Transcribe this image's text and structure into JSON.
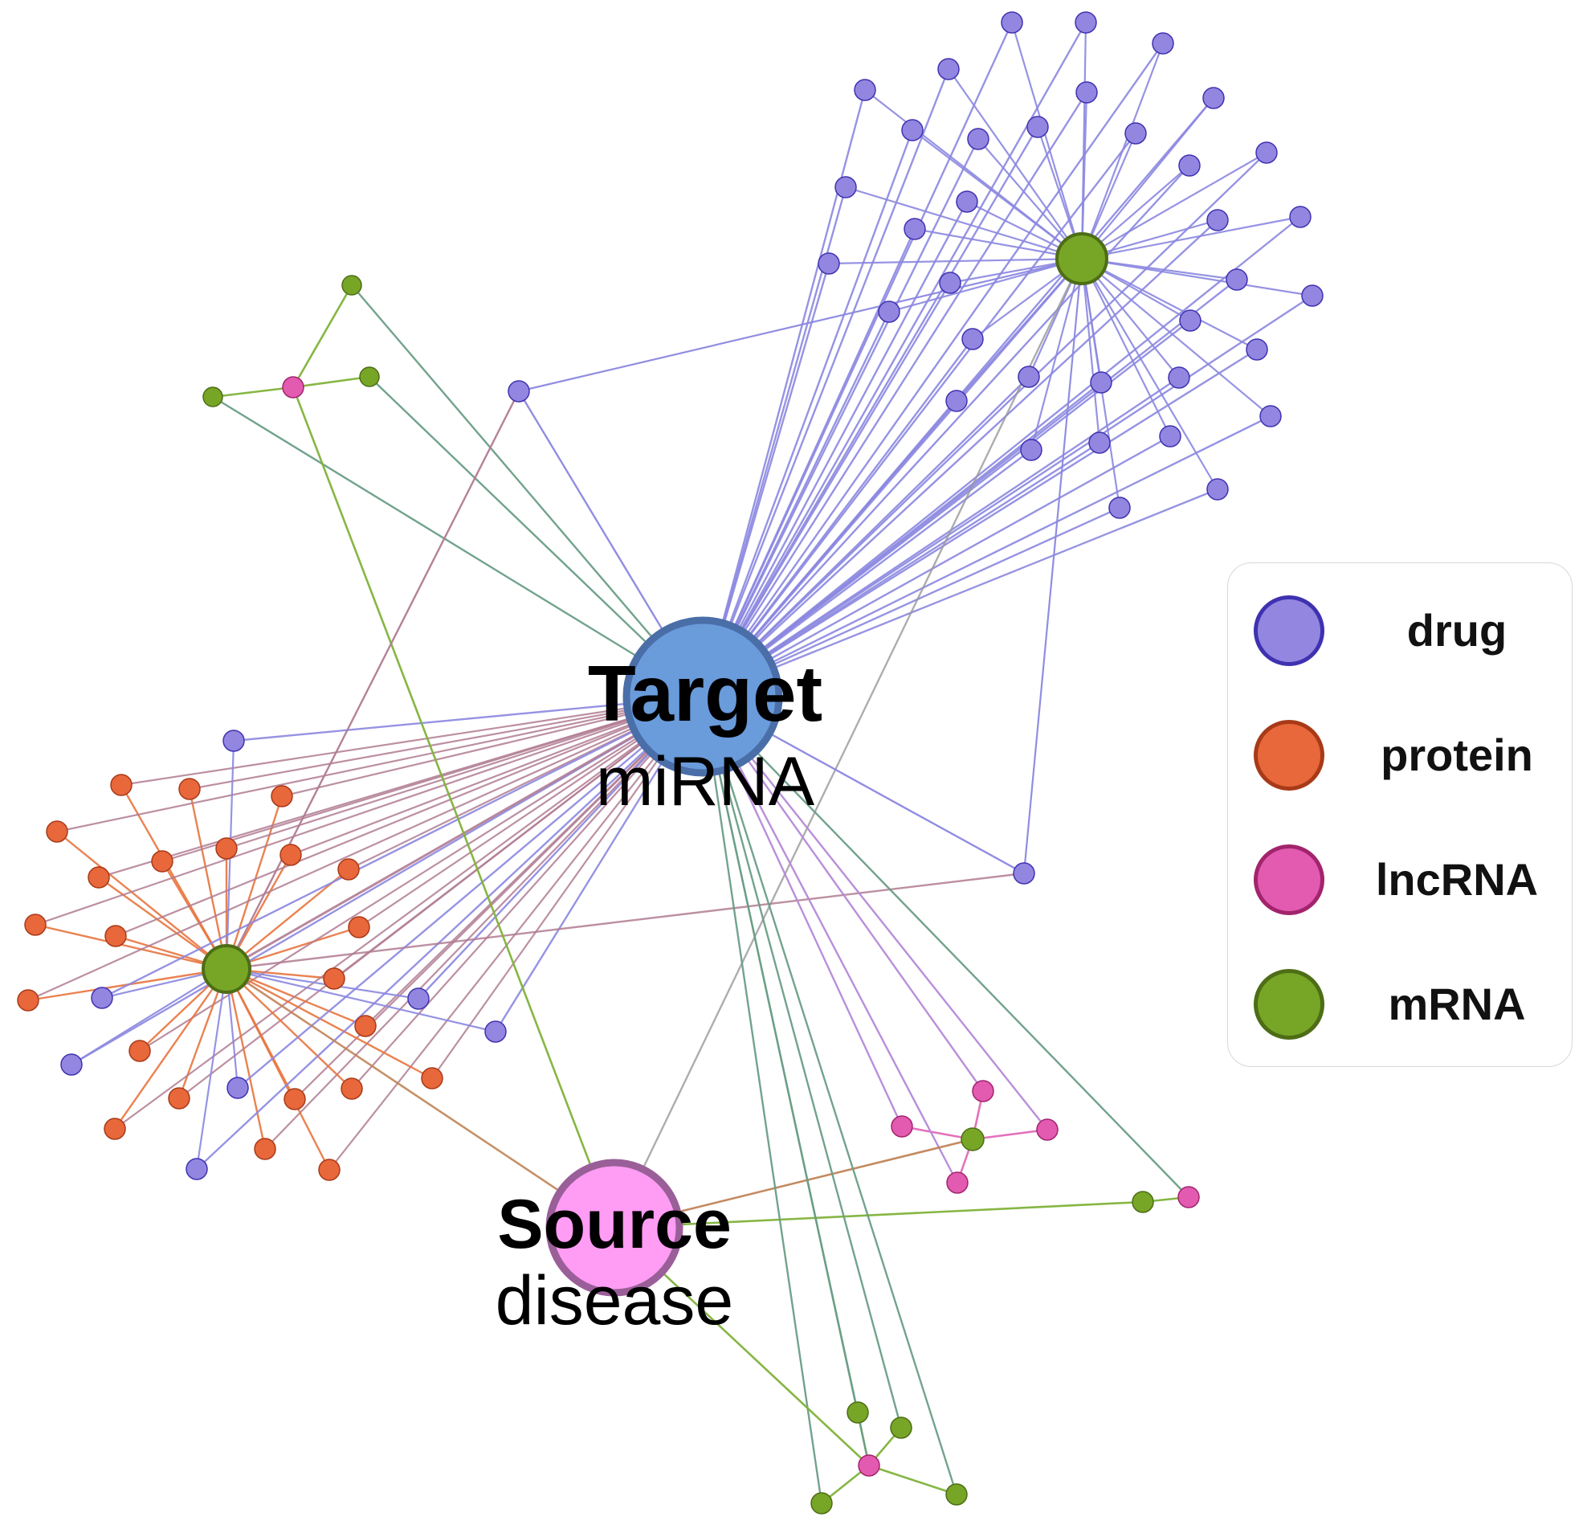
{
  "hubs": {
    "target": {
      "line1": "Target",
      "line2": "miRNA",
      "fill": "#6a9bdb",
      "stroke": "#4a6ea8"
    },
    "source": {
      "line1": "Source",
      "line2": "disease",
      "fill": "#ff9cf4",
      "stroke": "#9a5f98"
    }
  },
  "legend": {
    "items": [
      {
        "label": "drug",
        "type": "drug"
      },
      {
        "label": "protein",
        "type": "protein"
      },
      {
        "label": "lncRNA",
        "type": "lncRNA"
      },
      {
        "label": "mRNA",
        "type": "mRNA"
      }
    ]
  },
  "node_types": {
    "drug": {
      "fill": "#9386e0",
      "stroke": "#3f32b0"
    },
    "protein": {
      "fill": "#e8673b",
      "stroke": "#a83a18"
    },
    "lncRNA": {
      "fill": "#e25bb0",
      "stroke": "#a2246d"
    },
    "mRNA": {
      "fill": "#77a526",
      "stroke": "#4d6d16"
    }
  },
  "edge_colors": {
    "drug": "#8b87e0",
    "protein": "#e8743e",
    "rose": "#b07b92",
    "teal": "#6a9e86",
    "mrna": "#7fb23a",
    "lnc": "#e06ab8",
    "violet": "#b589d8",
    "gray": "#999999",
    "brown": "#c08458"
  }
}
